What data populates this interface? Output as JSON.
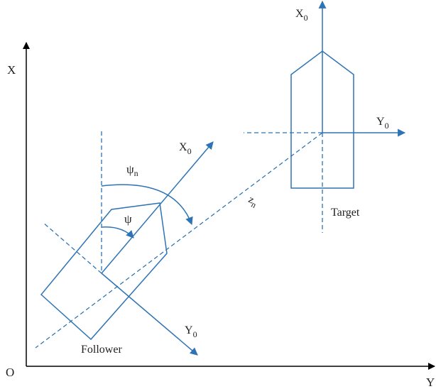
{
  "colors": {
    "blue": "#2e74b5",
    "text": "#222222",
    "axis": "#000000"
  },
  "global_axes": {
    "x_label": "X",
    "y_label": "Y",
    "origin_label": "O"
  },
  "target": {
    "label": "Target",
    "x_axis": {
      "base": "X",
      "sub": "0"
    },
    "y_axis": {
      "base": "Y",
      "sub": "0"
    }
  },
  "follower": {
    "label": "Follower",
    "x_axis": {
      "base": "X",
      "sub": "0"
    },
    "y_axis": {
      "base": "Y",
      "sub": "0"
    },
    "psi": "ψ",
    "psi_n": {
      "base": "ψ",
      "sub": "n"
    }
  },
  "distance_label": "z",
  "distance_sub": "n"
}
